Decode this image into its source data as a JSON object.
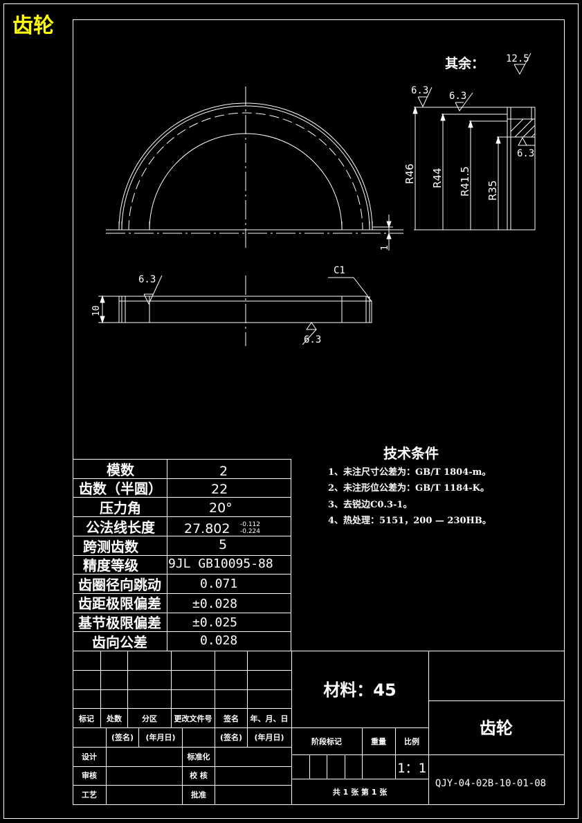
{
  "corner_title": "齿轮",
  "colors": {
    "background": "#000000",
    "line": "#ffffff",
    "corner_title": "#ffff00"
  },
  "roughness": {
    "other_label": "其余：",
    "other_value": "12.5",
    "value_6_3": "6.3"
  },
  "dimensions": {
    "r46": "R46",
    "r44": "R44",
    "r41_5": "R41.5",
    "r35": "R35",
    "gap": "1",
    "thickness": "10",
    "chamfer": "C1"
  },
  "tech": {
    "title": "技术条件",
    "items": [
      "1、未注尺寸公差为：GB/T 1804-m。",
      "2、未注形位公差为：GB/T 1184-K。",
      "3、去锐边C0.3-1。",
      "4、热处理：5151，200 — 230HB。"
    ]
  },
  "params": {
    "rows": [
      {
        "label": "模数",
        "value": "2"
      },
      {
        "label": "齿数（半圆）",
        "value": "22"
      },
      {
        "label": "压力角",
        "value": "20°"
      },
      {
        "label": "公法线长度",
        "value": "27.802"
      },
      {
        "label": "跨测齿数",
        "value": "5"
      },
      {
        "label": "精度等级",
        "value": "9JL GB10095-88"
      },
      {
        "label": "齿圈径向跳动",
        "value": "0.071"
      },
      {
        "label": "齿距极限偏差",
        "value": "±0.028"
      },
      {
        "label": "基节极限偏差",
        "value": "±0.025"
      },
      {
        "label": "齿向公差",
        "value": "0.028"
      }
    ],
    "tol_upper": "-0.112",
    "tol_lower": "-0.224"
  },
  "titleblock": {
    "material": "材料：45",
    "part_name": "齿轮",
    "drawing_no": "QJY-04-02B-10-01-08",
    "rev_headers": [
      "标记",
      "处数",
      "分区",
      "更改文件号",
      "签名",
      "年、月、日"
    ],
    "sign_header_1": "(签名)",
    "date_header_1": "(年月日)",
    "sign_header_2": "(签名)",
    "date_header_2": "(年月日)",
    "design": "设计",
    "standardize": "标准化",
    "review": "审核",
    "check": "校 核",
    "process": "工艺",
    "approve": "批准",
    "stage_mark": "阶段标记",
    "weight": "重量",
    "scale_label": "比例",
    "scale_value": "1：1",
    "sheets": "共 1 张  第 1 张"
  }
}
